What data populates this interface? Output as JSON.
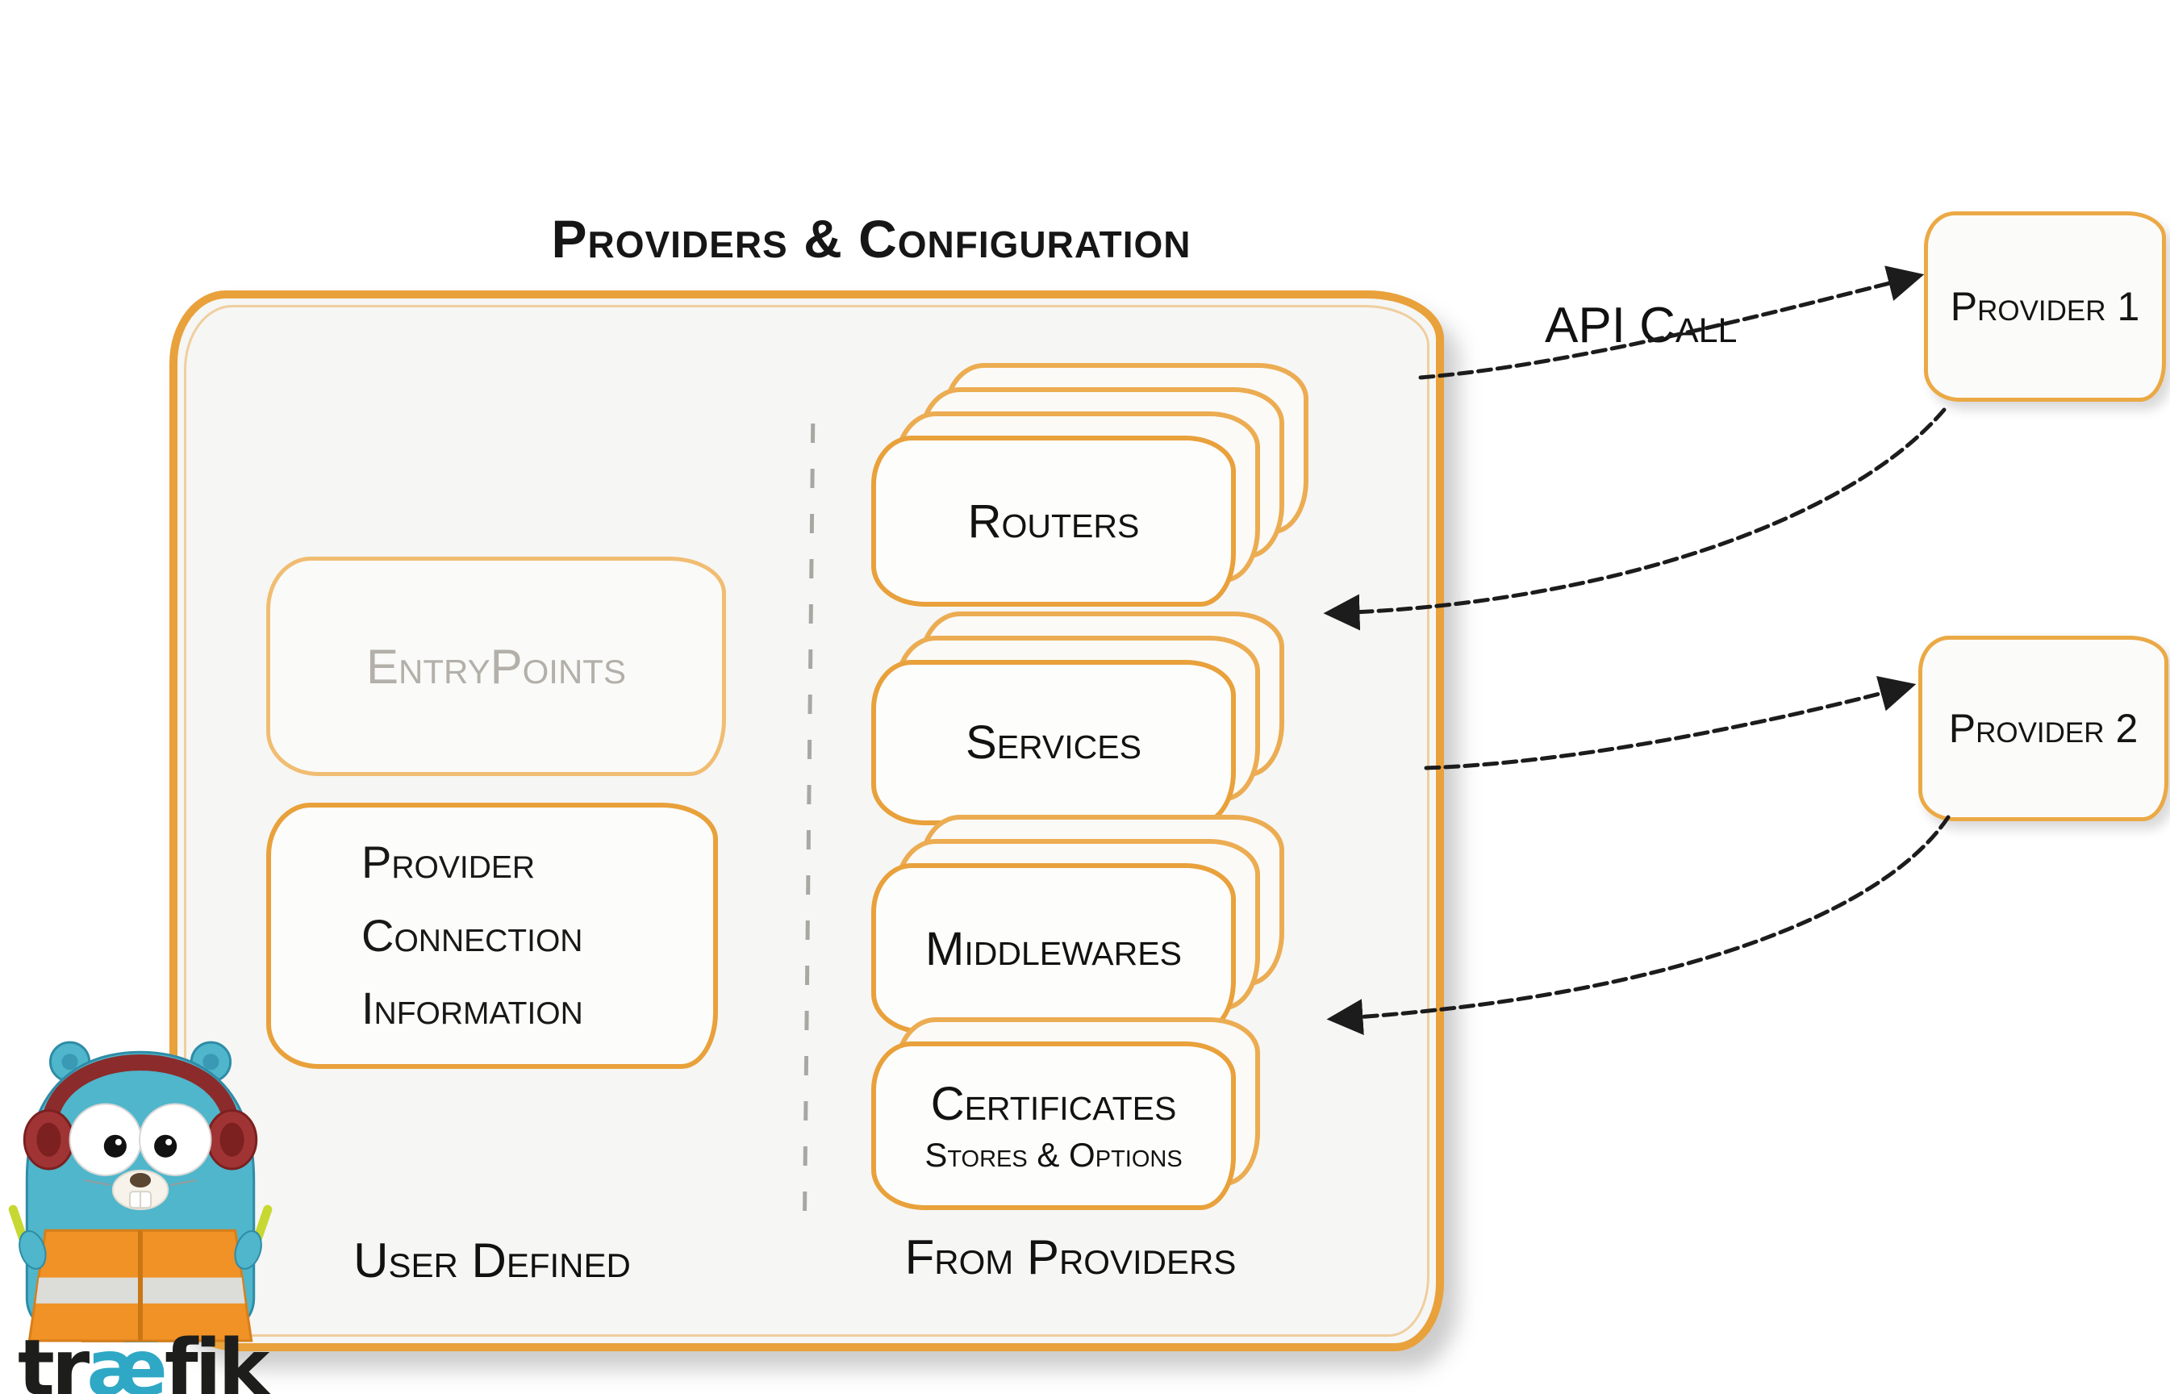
{
  "title": "Providers & Configuration",
  "api_call_label": "API Call",
  "diagram": {
    "user_defined": {
      "entrypoints_label": "EntryPoints",
      "provider_connection_lines": [
        "Provider",
        "Connection",
        "Information"
      ],
      "section_label": "User Defined"
    },
    "from_providers": {
      "section_label": "From Providers",
      "stacks": [
        {
          "label": "Routers"
        },
        {
          "label": "Services"
        },
        {
          "label": "Middlewares"
        }
      ],
      "certificates": {
        "title": "Certificates",
        "subtitle": "Stores & Options"
      }
    }
  },
  "providers": [
    {
      "label": "Provider 1"
    },
    {
      "label": "Provider 2"
    }
  ],
  "logo": {
    "part1": "tr",
    "part2": "æ",
    "part3": "fik"
  },
  "colors": {
    "accent_orange": "#E9A13B",
    "light_orange": "#F0BD72",
    "muted_text": "#B3B0AA",
    "box_fill": "#F6F6F4",
    "arrow_black": "#1C1C1C",
    "logo_teal": "#2FA8C5",
    "gopher_body": "#4FB6CB",
    "vest_orange": "#F09226",
    "headphone_red": "#8C2B2B"
  }
}
